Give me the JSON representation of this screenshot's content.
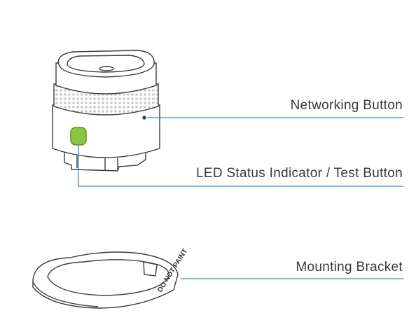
{
  "labels": {
    "networking_button": "Networking Button",
    "led_status": "LED Status Indicator / Test Button",
    "mounting_bracket": "Mounting Bracket"
  },
  "bracket_text": "DO NOT PAINT",
  "colors": {
    "outline": "#3c3c3c",
    "leader_line": "#2e8fc4",
    "led": "#8cc63f",
    "mesh": "#d6d6d6"
  }
}
